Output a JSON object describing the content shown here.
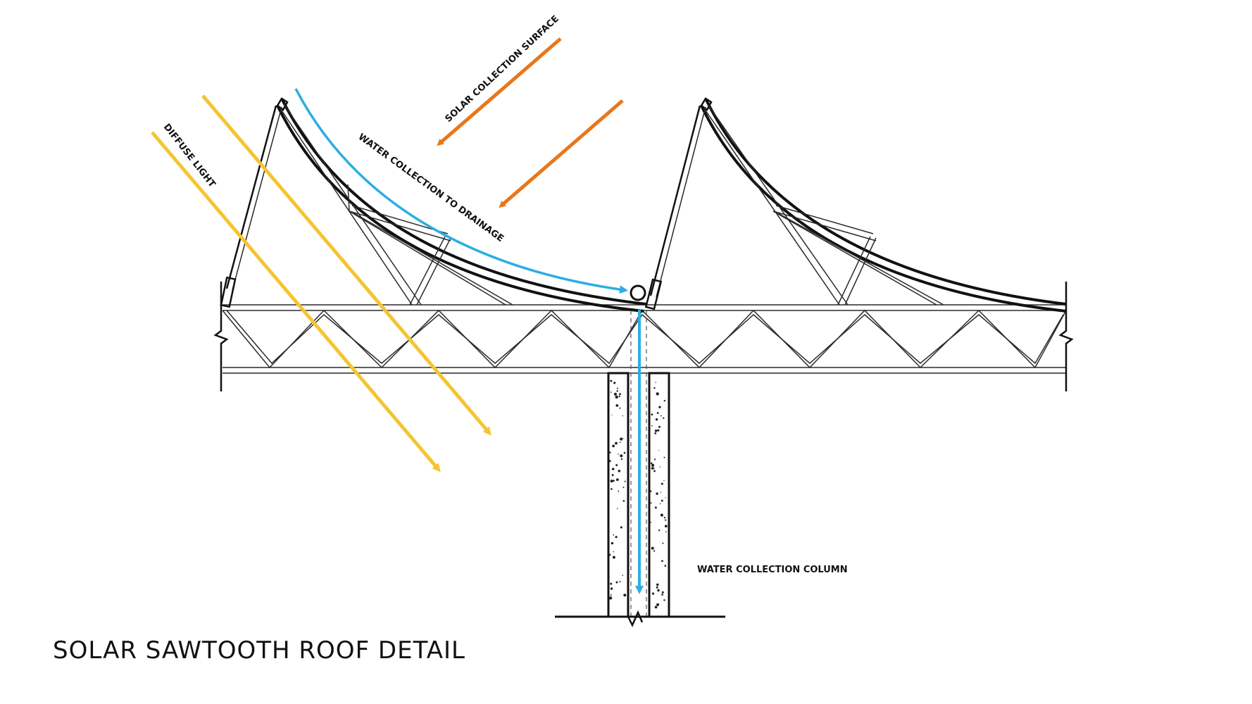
{
  "title": "SOLAR SAWTOOTH ROOF DETAIL",
  "labels": {
    "solar_surface": "SOLAR COLLECTION SURFACE",
    "water_drainage": "WATER COLLECTION TO DRAINAGE",
    "diffuse_light": "DIFFUSE LIGHT",
    "water_column": "WATER COLLECTION COLUMN"
  },
  "colors": {
    "sun_arrow": "#E8771A",
    "diffuse_arrow": "#F5C431",
    "water_arrow": "#2BAEE3",
    "line": "#111111"
  }
}
